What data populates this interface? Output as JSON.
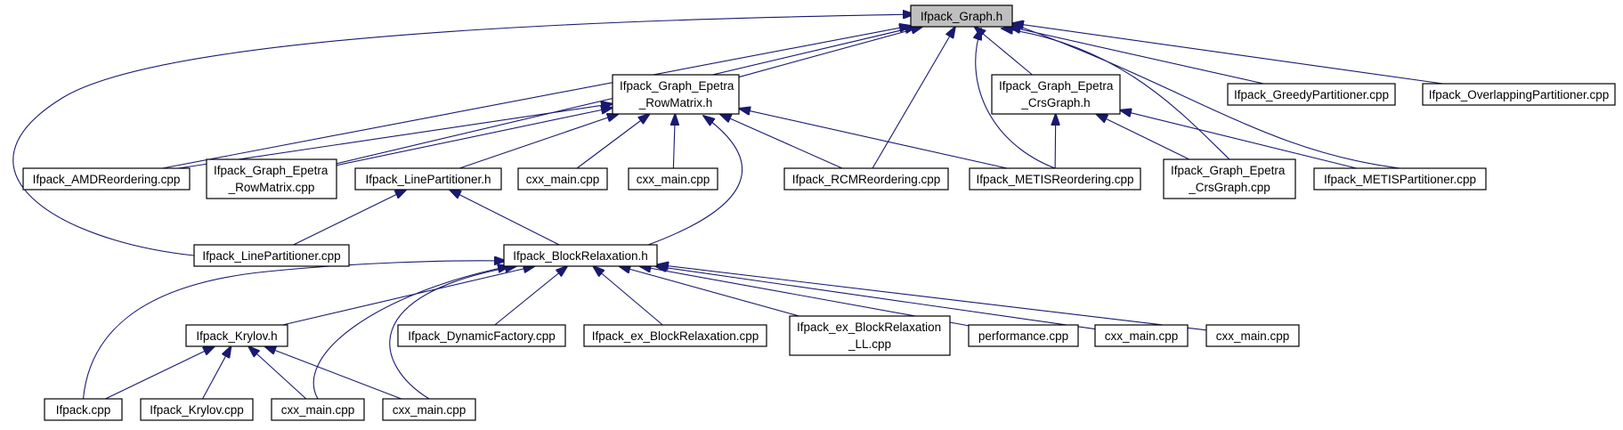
{
  "nodes": {
    "graph_h": [
      "Ifpack_Graph.h"
    ],
    "graph_epetra_rowmatrix_h": [
      "Ifpack_Graph_Epetra",
      "_RowMatrix.h"
    ],
    "graph_epetra_crsgraph_h": [
      "Ifpack_Graph_Epetra",
      "_CrsGraph.h"
    ],
    "greedy_partitioner_cpp": [
      "Ifpack_GreedyPartitioner.cpp"
    ],
    "overlapping_partitioner_cpp": [
      "Ifpack_OverlappingPartitioner.cpp"
    ],
    "amd_reordering_cpp": [
      "Ifpack_AMDReordering.cpp"
    ],
    "graph_epetra_rowmatrix_cpp": [
      "Ifpack_Graph_Epetra",
      "_RowMatrix.cpp"
    ],
    "line_partitioner_h": [
      "Ifpack_LinePartitioner.h"
    ],
    "cxx_main_1": [
      "cxx_main.cpp"
    ],
    "cxx_main_2": [
      "cxx_main.cpp"
    ],
    "rcm_reordering_cpp": [
      "Ifpack_RCMReordering.cpp"
    ],
    "metis_reordering_cpp": [
      "Ifpack_METISReordering.cpp"
    ],
    "graph_epetra_crsgraph_cpp": [
      "Ifpack_Graph_Epetra",
      "_CrsGraph.cpp"
    ],
    "metis_partitioner_cpp": [
      "Ifpack_METISPartitioner.cpp"
    ],
    "line_partitioner_cpp": [
      "Ifpack_LinePartitioner.cpp"
    ],
    "block_relaxation_h": [
      "Ifpack_BlockRelaxation.h"
    ],
    "krylov_h": [
      "Ifpack_Krylov.h"
    ],
    "dynamic_factory_cpp": [
      "Ifpack_DynamicFactory.cpp"
    ],
    "ex_block_relaxation_cpp": [
      "Ifpack_ex_BlockRelaxation.cpp"
    ],
    "ex_block_relaxation_ll_cpp": [
      "Ifpack_ex_BlockRelaxation",
      "_LL.cpp"
    ],
    "performance_cpp": [
      "performance.cpp"
    ],
    "cxx_main_3": [
      "cxx_main.cpp"
    ],
    "cxx_main_4": [
      "cxx_main.cpp"
    ],
    "ifpack_cpp": [
      "Ifpack.cpp"
    ],
    "krylov_cpp": [
      "Ifpack_Krylov.cpp"
    ],
    "cxx_main_5": [
      "cxx_main.cpp"
    ],
    "cxx_main_6": [
      "cxx_main.cpp"
    ]
  },
  "highlighted_node": "graph_h",
  "edge_color": "#191970",
  "highlight_fill": "#bfbfbf",
  "edges": [
    {
      "from": "graph_epetra_rowmatrix_h",
      "to": "graph_h"
    },
    {
      "from": "graph_epetra_crsgraph_h",
      "to": "graph_h"
    },
    {
      "from": "greedy_partitioner_cpp",
      "to": "graph_h"
    },
    {
      "from": "overlapping_partitioner_cpp",
      "to": "graph_h"
    },
    {
      "from": "amd_reordering_cpp",
      "to": "graph_h"
    },
    {
      "from": "graph_epetra_rowmatrix_cpp",
      "to": "graph_h"
    },
    {
      "from": "rcm_reordering_cpp",
      "to": "graph_h"
    },
    {
      "from": "metis_reordering_cpp",
      "to": "graph_h"
    },
    {
      "from": "graph_epetra_crsgraph_cpp",
      "to": "graph_h"
    },
    {
      "from": "metis_partitioner_cpp",
      "to": "graph_h"
    },
    {
      "from": "line_partitioner_cpp",
      "to": "graph_h"
    },
    {
      "from": "amd_reordering_cpp",
      "to": "graph_epetra_rowmatrix_h"
    },
    {
      "from": "graph_epetra_rowmatrix_cpp",
      "to": "graph_epetra_rowmatrix_h"
    },
    {
      "from": "line_partitioner_h",
      "to": "graph_epetra_rowmatrix_h"
    },
    {
      "from": "cxx_main_1",
      "to": "graph_epetra_rowmatrix_h"
    },
    {
      "from": "cxx_main_2",
      "to": "graph_epetra_rowmatrix_h"
    },
    {
      "from": "rcm_reordering_cpp",
      "to": "graph_epetra_rowmatrix_h"
    },
    {
      "from": "metis_reordering_cpp",
      "to": "graph_epetra_rowmatrix_h"
    },
    {
      "from": "block_relaxation_h",
      "to": "graph_epetra_rowmatrix_h"
    },
    {
      "from": "metis_reordering_cpp",
      "to": "graph_epetra_crsgraph_h"
    },
    {
      "from": "graph_epetra_crsgraph_cpp",
      "to": "graph_epetra_crsgraph_h"
    },
    {
      "from": "metis_partitioner_cpp",
      "to": "graph_epetra_crsgraph_h"
    },
    {
      "from": "line_partitioner_cpp",
      "to": "line_partitioner_h"
    },
    {
      "from": "block_relaxation_h",
      "to": "line_partitioner_h"
    },
    {
      "from": "ifpack_cpp",
      "to": "block_relaxation_h"
    },
    {
      "from": "krylov_h",
      "to": "block_relaxation_h"
    },
    {
      "from": "cxx_main_5",
      "to": "block_relaxation_h"
    },
    {
      "from": "cxx_main_6",
      "to": "block_relaxation_h"
    },
    {
      "from": "dynamic_factory_cpp",
      "to": "block_relaxation_h"
    },
    {
      "from": "ex_block_relaxation_cpp",
      "to": "block_relaxation_h"
    },
    {
      "from": "ex_block_relaxation_ll_cpp",
      "to": "block_relaxation_h"
    },
    {
      "from": "performance_cpp",
      "to": "block_relaxation_h"
    },
    {
      "from": "cxx_main_3",
      "to": "block_relaxation_h"
    },
    {
      "from": "cxx_main_4",
      "to": "block_relaxation_h"
    },
    {
      "from": "ifpack_cpp",
      "to": "krylov_h"
    },
    {
      "from": "krylov_cpp",
      "to": "krylov_h"
    },
    {
      "from": "cxx_main_5",
      "to": "krylov_h"
    },
    {
      "from": "cxx_main_6",
      "to": "krylov_h"
    }
  ]
}
